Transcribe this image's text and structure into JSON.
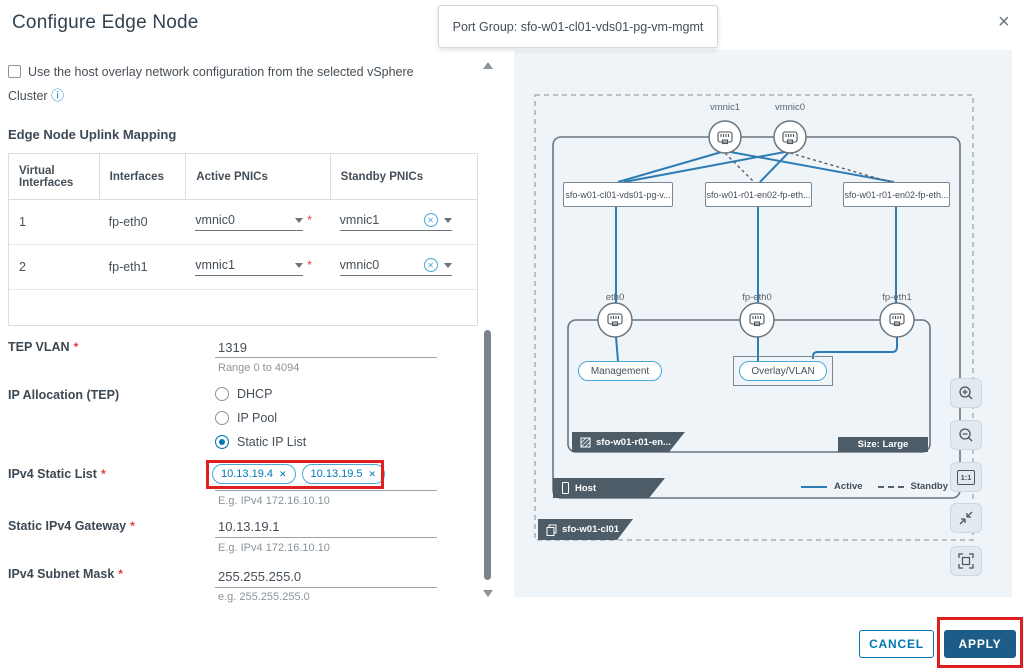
{
  "dialog": {
    "title": "Configure Edge Node",
    "close_icon": "×"
  },
  "tooltip": {
    "text": "Port Group: sfo-w01-cl01-vds01-pg-vm-mgmt"
  },
  "icons": {
    "info": "ⓘ",
    "chip_remove": "✕",
    "dropdown_clear": "✕"
  },
  "form": {
    "required_mark": "*",
    "overlay_checkbox": {
      "label": "Use the host overlay network configuration from the selected vSphere Cluster",
      "checked": false
    },
    "uplink_heading": "Edge Node Uplink Mapping",
    "table": {
      "headers": [
        "Virtual Interfaces",
        "Interfaces",
        "Active PNICs",
        "Standby PNICs"
      ],
      "rows": [
        {
          "virtual_interface": "1",
          "interface": "fp-eth0",
          "active_pnic": "vmnic0",
          "standby_pnic": "vmnic1"
        },
        {
          "virtual_interface": "2",
          "interface": "fp-eth1",
          "active_pnic": "vmnic1",
          "standby_pnic": "vmnic0"
        }
      ]
    },
    "fields": {
      "tep_vlan": {
        "label": "TEP VLAN",
        "value": "1319",
        "helper": "Range 0 to 4094"
      },
      "ip_allocation": {
        "label": "IP Allocation (TEP)",
        "options": [
          {
            "label": "DHCP",
            "selected": false
          },
          {
            "label": "IP Pool",
            "selected": false
          },
          {
            "label": "Static IP List",
            "selected": true
          }
        ]
      },
      "ipv4_static_list": {
        "label": "IPv4 Static List",
        "chips": [
          {
            "value": "10.13.19.4"
          },
          {
            "value": "10.13.19.5"
          }
        ],
        "helper": "E.g. IPv4 172.16.10.10"
      },
      "gateway": {
        "label": "Static IPv4 Gateway",
        "value": "10.13.19.1",
        "helper": "E.g. IPv4 172.16.10.10"
      },
      "subnet": {
        "label": "IPv4 Subnet Mask",
        "value": "255.255.255.0",
        "helper": "e.g. 255.255.255.0"
      }
    }
  },
  "diagram": {
    "vmnics": [
      "vmnic1",
      "vmnic0"
    ],
    "port_groups": [
      "sfo-w01-cl01-vds01-pg-v...",
      "sfo-w01-r01-en02-fp-eth...",
      "sfo-w01-r01-en02-fp-eth..."
    ],
    "edge_interfaces": [
      "eth0",
      "fp-eth0",
      "fp-eth1"
    ],
    "management_label": "Management",
    "overlay_label": "Overlay/VLAN",
    "edge_node_tab": "sfo-w01-r01-en...",
    "size_badge": "Size: Large",
    "host_tab": "Host",
    "cluster_tab": "sfo-w01-cl01",
    "legend": {
      "active": "Active",
      "standby": "Standby"
    }
  },
  "toolbar": {
    "one_to_one": "1:1"
  },
  "footer": {
    "cancel": "CANCEL",
    "apply": "APPLY"
  },
  "colors": {
    "accent": "#0079b8",
    "apply_bg": "#1d5c88",
    "annotation": "#e02020",
    "line_active": "#2e7cb4",
    "line_standby": "#55606a",
    "tab_bg": "#4e5c68",
    "panel_bg": "#eff4f9"
  }
}
